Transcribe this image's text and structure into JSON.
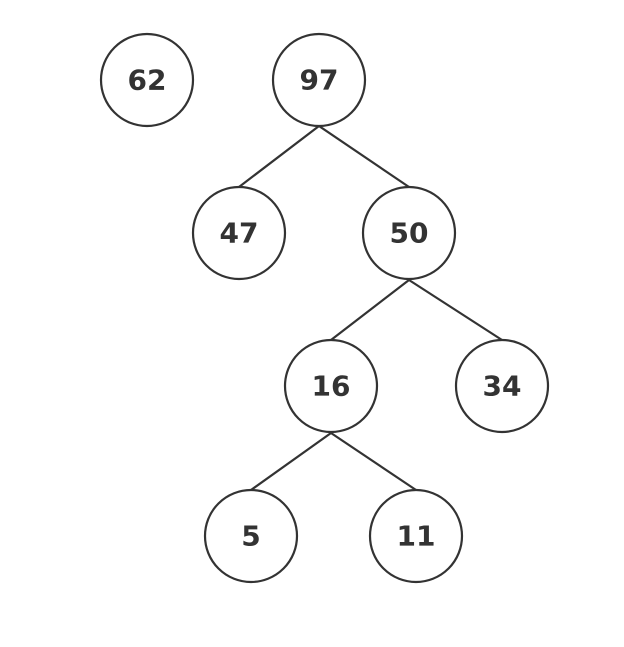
{
  "nodes": [
    {
      "id": "n62",
      "label": "62"
    },
    {
      "id": "n97",
      "label": "97"
    },
    {
      "id": "n47",
      "label": "47"
    },
    {
      "id": "n50",
      "label": "50"
    },
    {
      "id": "n16",
      "label": "16"
    },
    {
      "id": "n34",
      "label": "34"
    },
    {
      "id": "n5",
      "label": "5"
    },
    {
      "id": "n11",
      "label": "11"
    }
  ],
  "edges": [
    {
      "from": "n97",
      "to": "n47"
    },
    {
      "from": "n97",
      "to": "n50"
    },
    {
      "from": "n50",
      "to": "n16"
    },
    {
      "from": "n50",
      "to": "n34"
    },
    {
      "from": "n16",
      "to": "n5"
    },
    {
      "from": "n16",
      "to": "n11"
    }
  ],
  "colors": {
    "stroke": "#333333",
    "text": "#333333",
    "background": "#ffffff"
  }
}
